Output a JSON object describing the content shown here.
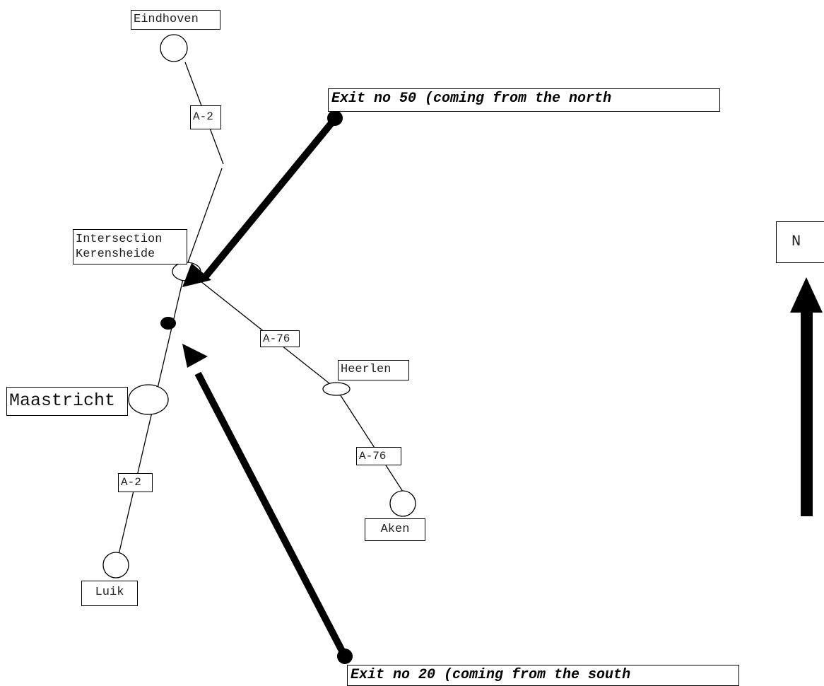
{
  "cities": {
    "eindhoven": "Eindhoven",
    "intersection": "Intersection",
    "kerensheide": "Kerensheide",
    "heerlen": "Heerlen",
    "maastricht": "Maastricht",
    "aken": "Aken",
    "luik": "Luik"
  },
  "roads": {
    "a2_north": "A-2",
    "a2_south": "A-2",
    "a76_west": "A-76",
    "a76_east": "A-76"
  },
  "exits": {
    "north": "Exit no 50 (coming from the north",
    "south": "Exit no 20 (coming from the south"
  },
  "compass": "N"
}
